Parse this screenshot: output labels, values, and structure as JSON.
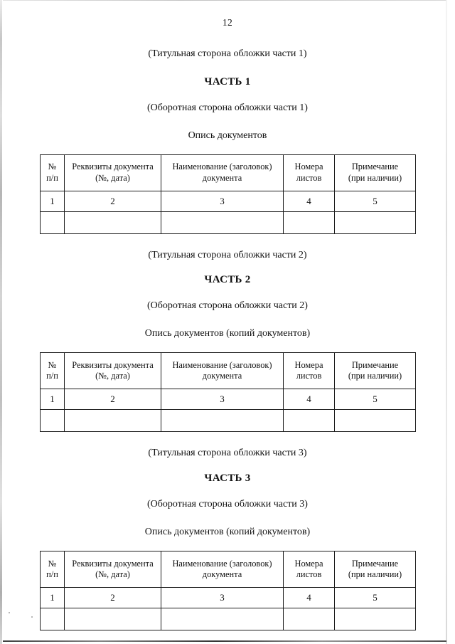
{
  "document": {
    "page_number": "12",
    "table_columns": [
      "№\nп/п",
      "Реквизиты документа\n(№, дата)",
      "Наименование (заголовок)\nдокумента",
      "Номера\nлистов",
      "Примечание\n(при наличии)"
    ],
    "table_header": {
      "col1_line1": "№",
      "col1_line2": "п/п",
      "col2_line1": "Реквизиты документа",
      "col2_line2": "(№, дата)",
      "col3_line1": "Наименование (заголовок)",
      "col3_line2": "документа",
      "col4_line1": "Номера",
      "col4_line2": "листов",
      "col5_line1": "Примечание",
      "col5_line2": "(при наличии)"
    },
    "table_numbering_row": [
      "1",
      "2",
      "3",
      "4",
      "5"
    ],
    "table_blank_row": [
      "",
      "",
      "",
      "",
      ""
    ],
    "sections": [
      {
        "front_cover_caption": "(Титульная сторона обложки части 1)",
        "part_heading": "ЧАСТЬ 1",
        "back_cover_caption": "(Оборотная сторона обложки части 1)",
        "list_title": "Опись документов"
      },
      {
        "front_cover_caption": "(Титульная сторона обложки части 2)",
        "part_heading": "ЧАСТЬ 2",
        "back_cover_caption": "(Оборотная сторона обложки части 2)",
        "list_title": "Опись документов (копий документов)"
      },
      {
        "front_cover_caption": "(Титульная сторона обложки части 3)",
        "part_heading": "ЧАСТЬ 3",
        "back_cover_caption": "(Оборотная сторона обложки части 3)",
        "list_title": "Опись документов (копий документов)"
      }
    ]
  }
}
